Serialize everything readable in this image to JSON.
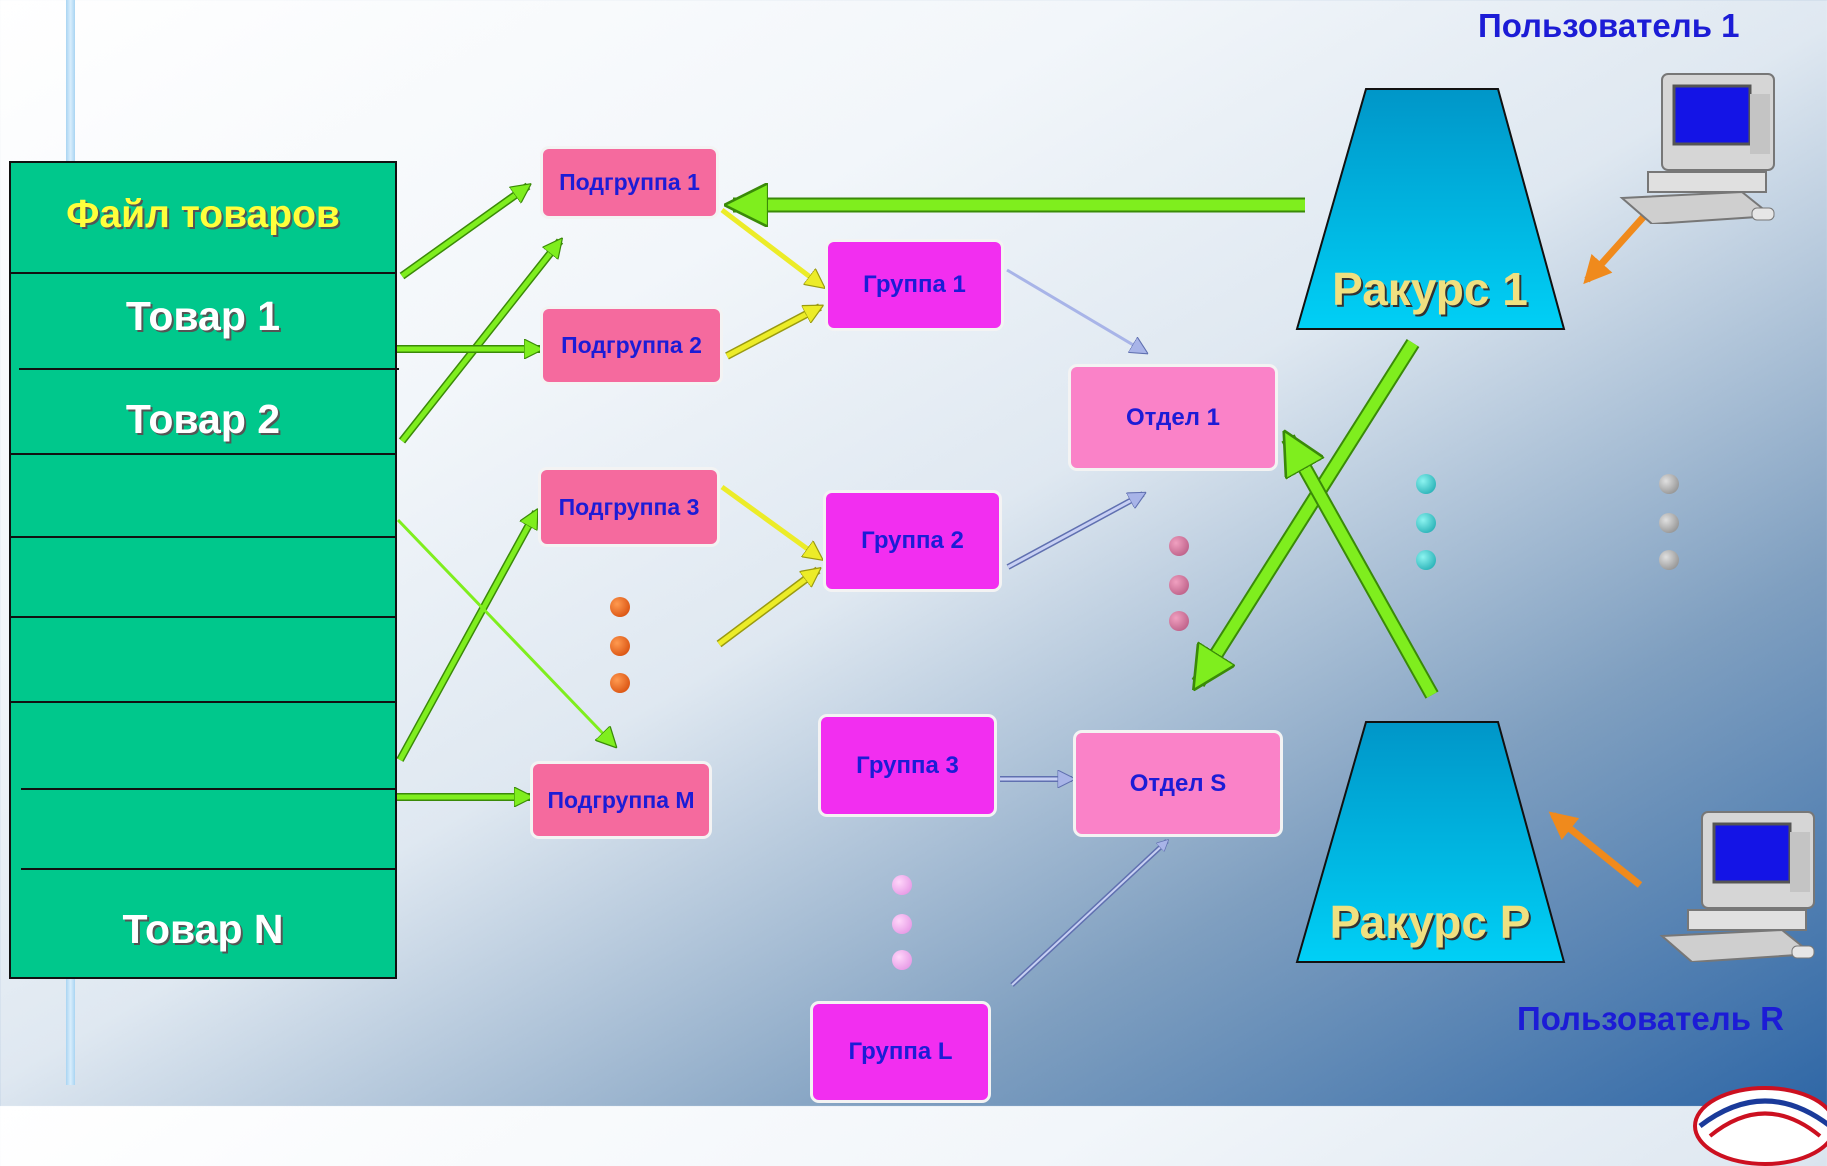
{
  "file": {
    "title": "Файл товаров",
    "items": [
      "Товар 1",
      "Товар 2",
      "Товар N"
    ]
  },
  "subgroups": [
    "Подгруппа 1",
    "Подгруппа 2",
    "Подгруппа 3",
    "Подгруппа M"
  ],
  "groups": [
    "Группа 1",
    "Группа 2",
    "Группа 3",
    "Группа L"
  ],
  "departments": [
    "Отдел 1",
    "Отдел S"
  ],
  "views": [
    "Ракурс 1",
    "Ракурс P"
  ],
  "users": [
    "Пользователь 1",
    "Пользователь R"
  ],
  "colors": {
    "file_bg": "#00c88c",
    "file_title": "#ffff3c",
    "subgroup": "#f56a9e",
    "group": "#f22ef0",
    "department": "#fa82c8",
    "label_blue": "#1c1cd6",
    "view_fill": "#00bde6",
    "green_arrow": "#7fee1e",
    "yellow_arrow": "#ecec28",
    "blue_arrow": "#a8b4e8",
    "orange_arrow": "#f08a1c"
  },
  "icons": [
    "computer-icon",
    "ellipsis-dots",
    "logo-icon"
  ]
}
